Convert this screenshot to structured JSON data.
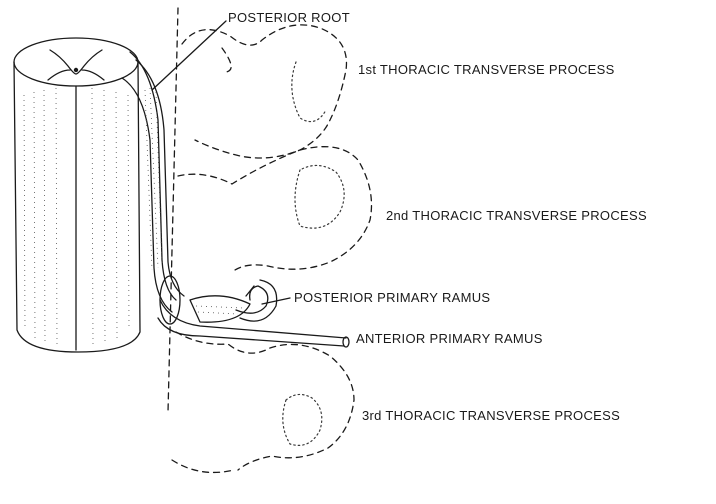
{
  "labels": {
    "posterior_root": "POSTERIOR ROOT",
    "first_process": "1st THORACIC TRANSVERSE PROCESS",
    "second_process": "2nd THORACIC TRANSVERSE PROCESS",
    "posterior_ramus": "POSTERIOR PRIMARY RAMUS",
    "anterior_ramus": "ANTERIOR PRIMARY RAMUS",
    "third_process": "3rd THORACIC TRANSVERSE PROCESS"
  }
}
